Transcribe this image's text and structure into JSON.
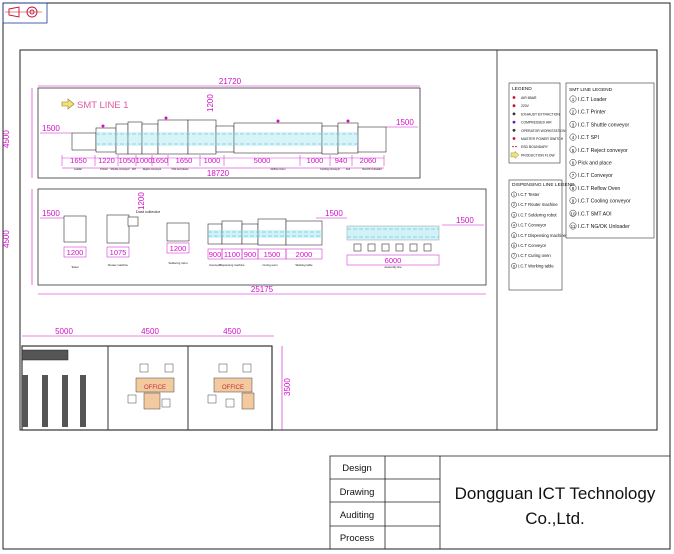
{
  "title_block": {
    "rows": [
      "Design",
      "Drawing",
      "Auditing",
      "Process"
    ],
    "company_line1": "Dongguan ICT Technology",
    "company_line2": "Co.,Ltd."
  },
  "smt_line": {
    "label": "SMT LINE 1",
    "overall_top": "21720",
    "height_dim": "4500",
    "feeder_left": "1500",
    "feeder_right": "1500",
    "conveyor_height": "1200",
    "segments": [
      "1650",
      "1220",
      "1050",
      "1000",
      "1650",
      "1650",
      "1000",
      "5000",
      "1000",
      "940",
      "2060"
    ],
    "bottom_total": "18720",
    "machine_names": [
      "Loader",
      "Printer",
      "Shuttle conveyor",
      "SPI",
      "Reject conveyor",
      "Pick and place",
      "Reflow Oven",
      "Cooling conveyor",
      "AOI",
      "NG/OK Unloader"
    ]
  },
  "dispensing_line": {
    "height_dim": "4500",
    "left_gap": "1500",
    "dust_height": "1200",
    "mid_gap": "1500",
    "right_gap": "1500",
    "widths": [
      "1200",
      "1075",
      "1200",
      "900",
      "1100",
      "900",
      "1500",
      "2000",
      "6000"
    ],
    "labels": [
      "Tester",
      "Router machine",
      "Dust collector",
      "Soldering robot",
      "Conveyor",
      "Dispensing machine",
      "Curing oven",
      "Working table",
      "Assembly line"
    ],
    "overall": "25175"
  },
  "office": {
    "widths": [
      "5000",
      "4500",
      "4500"
    ],
    "depth": "3500",
    "desk_label": "OFFICE"
  },
  "legend": {
    "title": "LEGEND",
    "items": [
      "AIR 6BAR",
      "220V",
      "EXHAUST EXTRACTION",
      "COMPRESSED AIR",
      "OPERATOR WORKSTATION",
      "MASTER POWER SWITCH",
      "ESD BOUNDARY",
      "PRODUCTION FLOW"
    ]
  },
  "smt_legend": {
    "title": "SMT LINE LEGEND",
    "items": [
      "I.C.T Loader",
      "I.C.T Printer",
      "I.C.T Shuttle conveyor",
      "I.C.T SPI",
      "I.C.T Reject conveyor",
      "Pick and place",
      "I.C.T Conveyor",
      "I.C.T Reflow Oven",
      "I.C.T Cooling conveyor",
      "I.C.T SMT AOI",
      "I.C.T NG/OK Unloader"
    ]
  },
  "dispense_legend": {
    "title": "DISPENSING LINE LEGEND",
    "items": [
      "I.C.T Tester",
      "I.C.T Router machine",
      "I.C.T Soldering robot",
      "I.C.T Conveyor",
      "I.C.T Dispensing machine",
      "I.C.T Conveyor",
      "I.C.T Curing oven",
      "I.C.T Working table"
    ]
  }
}
